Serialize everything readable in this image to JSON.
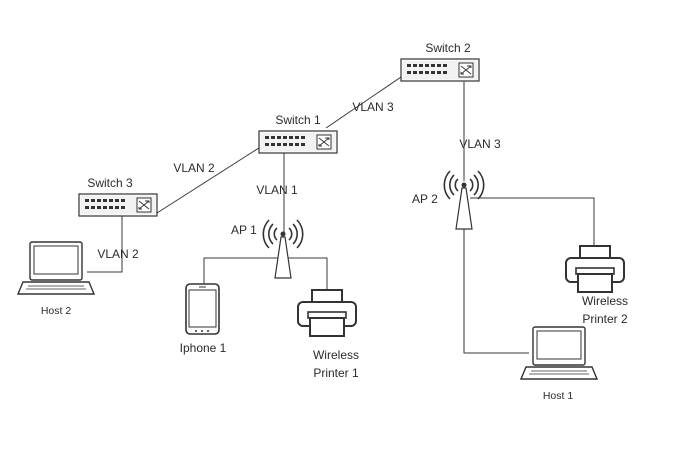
{
  "devices": {
    "switch1": {
      "label": "Switch 1"
    },
    "switch2": {
      "label": "Switch 2"
    },
    "switch3": {
      "label": "Switch 3"
    },
    "ap1": {
      "label": "AP 1"
    },
    "ap2": {
      "label": "AP 2"
    },
    "host1": {
      "label": "Host 1"
    },
    "host2": {
      "label": "Host 2"
    },
    "iphone1": {
      "label": "Iphone 1"
    },
    "printer1": {
      "label_line1": "Wireless",
      "label_line2": "Printer 1"
    },
    "printer2": {
      "label_line1": "Wireless",
      "label_line2": "Printer 2"
    }
  },
  "links": {
    "sw1_sw2": "VLAN 3",
    "sw2_ap2": "VLAN 3",
    "sw1_sw3": "VLAN 2",
    "sw1_ap1": "VLAN 1",
    "sw3_host2": "VLAN 2"
  }
}
